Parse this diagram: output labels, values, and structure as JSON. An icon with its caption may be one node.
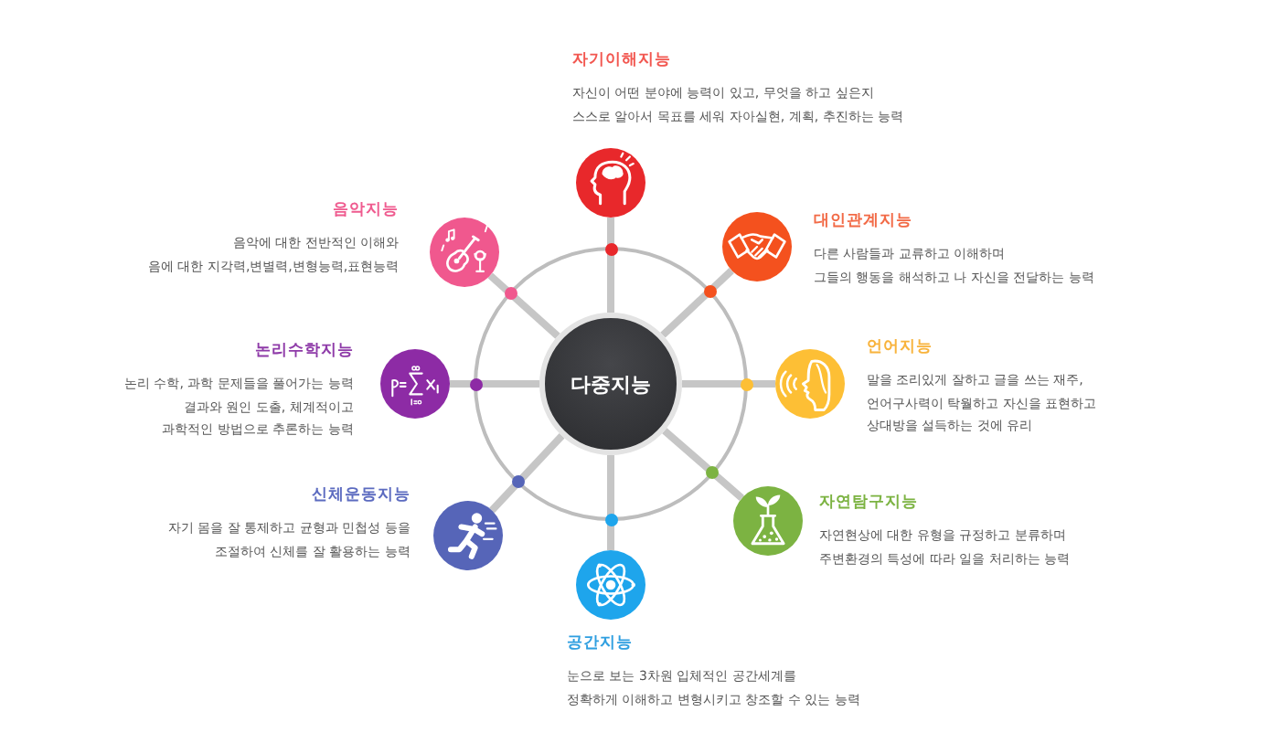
{
  "diagram": {
    "nodes": [
      {
        "text": [
          "다중지능"
        ]
      },
      {
        "text": [
          "자기이해지능",
          "자신이 어떤 분야에 능력이 있고, 무엇을 하고 싶은지 스스로 알아서 목표를 세워 자아실현, 계획, 추진하는 능력"
        ]
      },
      {
        "text": [
          "대인관계지능",
          "다른 사람들과 교류하고 이해하며 그들의 행동을 해석하고 나 자신을 전달하는 능력"
        ]
      },
      {
        "text": [
          "언어지능",
          "말을 조리있게 잘하고 글을 쓰는 재주, 언어구사력이 탁월하고 자신을 표현하고 상대방을 설득하는 것에 유리"
        ]
      },
      {
        "text": [
          "자연탐구지능",
          "자연현상에 대한 유형을 규정하고 분류하며 주변환경의 특성에 따라 일을 처리하는 능력"
        ]
      },
      {
        "text": [
          "공간지능",
          "눈으로 보는 3차원 입체적인 공간세계를 정확하게 이해하고 변형시키고 창조할 수 있는 능력"
        ]
      },
      {
        "text": [
          "신체운동지능",
          "자기 몸을 잘 통제하고 균형과 민첩성 등을 조절하여 신체를 잘 활용하는 능력"
        ]
      },
      {
        "text": [
          "논리수학지능",
          "논리 수학, 과학 문제들을 풀어가는 능력 결과와 원인 도출, 체계적이고 과학적인 방법으로 추론하는 능력"
        ]
      },
      {
        "text": [
          "음악지능",
          "음악에 대한 전반적인 이해와 음에 대한 지각력,변별력,변형능력,표현능력"
        ]
      }
    ],
    "edges": [
      {
        "from": 0,
        "to": 1,
        "arrow": "none"
      },
      {
        "from": 0,
        "to": 2,
        "arrow": "none"
      },
      {
        "from": 0,
        "to": 3,
        "arrow": "none"
      },
      {
        "from": 0,
        "to": 4,
        "arrow": "none"
      },
      {
        "from": 0,
        "to": 5,
        "arrow": "none"
      },
      {
        "from": 0,
        "to": 6,
        "arrow": "none"
      },
      {
        "from": 0,
        "to": 7,
        "arrow": "none"
      },
      {
        "from": 0,
        "to": 8,
        "arrow": "none"
      }
    ]
  }
}
